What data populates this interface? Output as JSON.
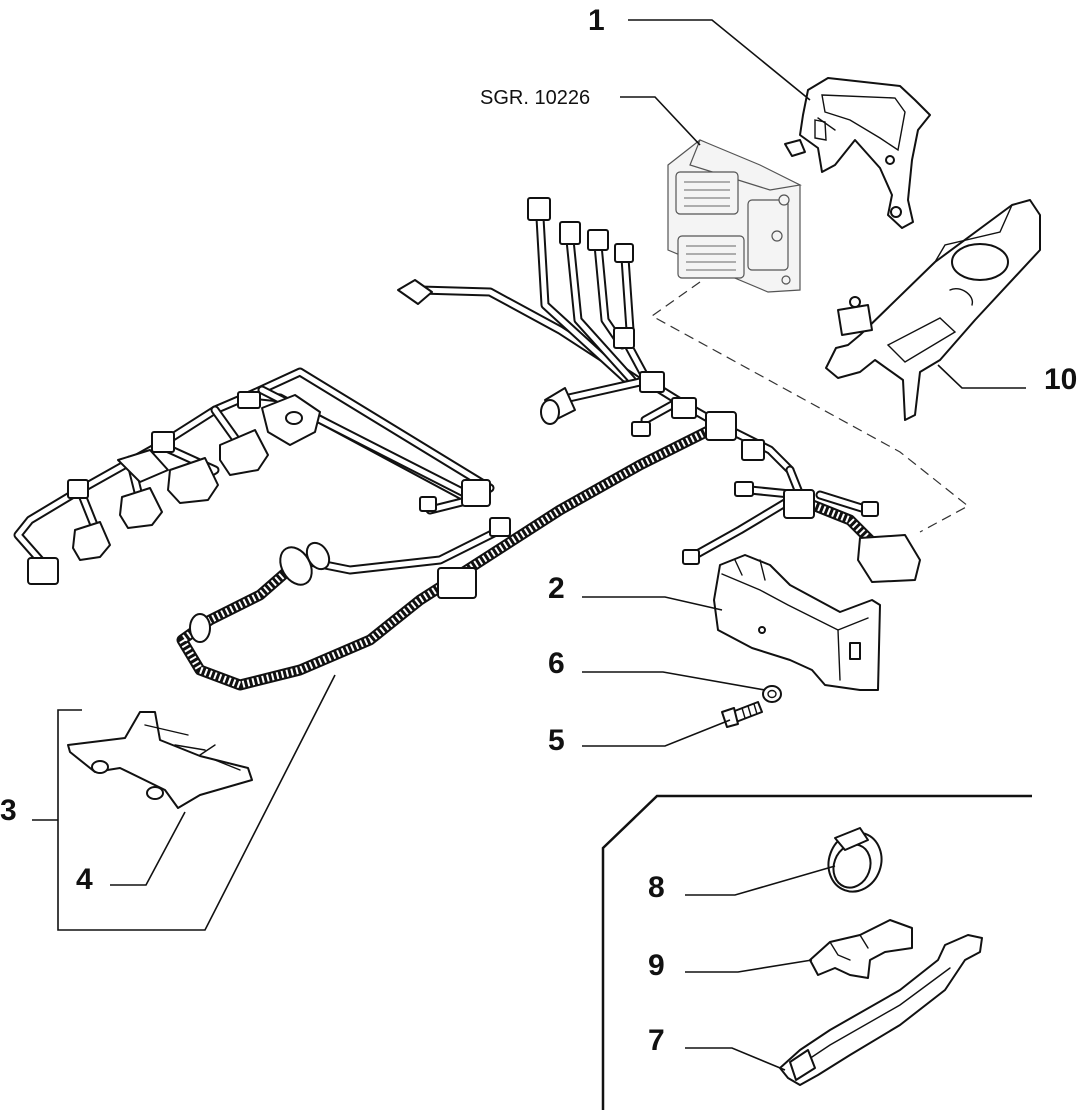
{
  "labels": {
    "p1": "1",
    "p2": "2",
    "p3": "3",
    "p4": "4",
    "p5": "5",
    "p6": "6",
    "p7": "7",
    "p8": "8",
    "p9": "9",
    "p10": "10",
    "ref": "SGR. 10226"
  }
}
